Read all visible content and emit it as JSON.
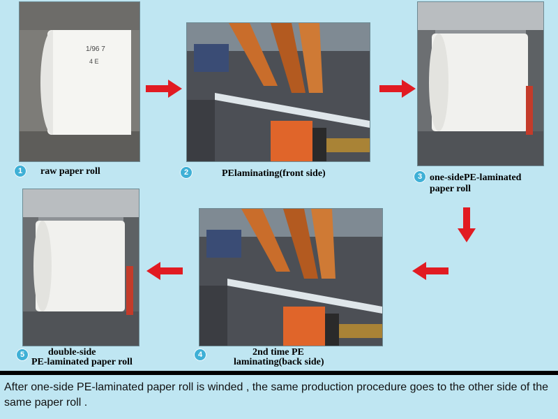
{
  "steps": [
    {
      "num": "1",
      "caption": "raw paper roll",
      "photo": "raw-paper-roll-photo"
    },
    {
      "num": "2",
      "caption": "PElaminating(front side)",
      "photo": "front-lamination-machine-photo"
    },
    {
      "num": "3",
      "caption_line1": "one-sidePE-laminated",
      "caption_line2": "paper roll",
      "photo": "one-side-laminated-roll-photo"
    },
    {
      "num": "4",
      "caption_line1": "2nd time PE",
      "caption_line2": "laminating(back side)",
      "photo": "back-lamination-machine-photo"
    },
    {
      "num": "5",
      "caption_line1": "double-side",
      "caption_line2": "PE-laminated paper roll",
      "photo": "double-side-laminated-roll-photo"
    }
  ],
  "description": "After one-side PE-laminated paper roll is winded , the same production procedure goes to the other side of the same paper roll .",
  "colors": {
    "background": "#bfe6f2",
    "arrow": "#e11b22",
    "step_badge": "#3fb0d6"
  }
}
